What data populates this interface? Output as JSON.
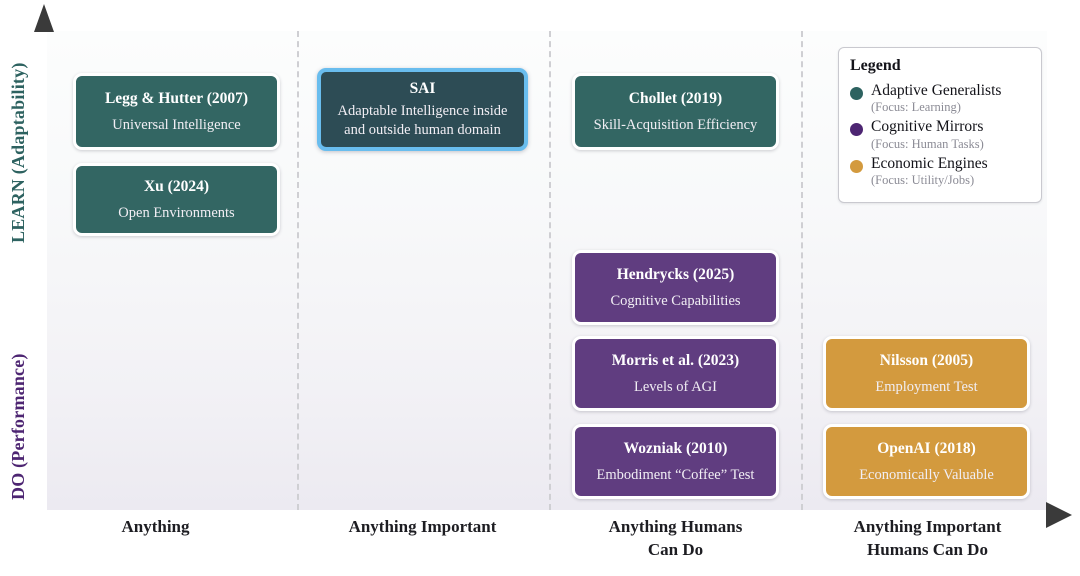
{
  "axes": {
    "y_upper_label": "LEARN (Adaptability)",
    "y_upper_color": "#2d6260",
    "y_lower_label": "DO (Performance)",
    "y_lower_color": "#4d2572",
    "x_ticks": [
      "Anything",
      "Anything Important",
      "Anything Humans\nCan Do",
      "Anything Important\nHumans Can Do"
    ],
    "x_tick_1": "Anything",
    "x_tick_2": "Anything Important",
    "x_tick_3_line1": "Anything Humans",
    "x_tick_3_line2": "Can Do",
    "x_tick_4_line1": "Anything Important",
    "x_tick_4_line2": "Humans Can Do"
  },
  "cards": [
    {
      "id": "legg-hutter",
      "title": "Legg & Hutter (2007)",
      "subtitle": "Universal Intelligence",
      "category": "Adaptive Generalists",
      "color": "#336663",
      "column": 1,
      "row": "learn"
    },
    {
      "id": "xu",
      "title": "Xu (2024)",
      "subtitle": "Open Environments",
      "category": "Adaptive Generalists",
      "color": "#336663",
      "column": 1,
      "row": "learn"
    },
    {
      "id": "sai",
      "title": "SAI",
      "subtitle_line1": "Adaptable Intelligence inside",
      "subtitle_line2": "and outside human domain",
      "category": "Highlighted",
      "color": "#2d4c55",
      "highlight_color": "#69bdee",
      "column": 2,
      "row": "learn"
    },
    {
      "id": "chollet",
      "title": "Chollet (2019)",
      "subtitle": "Skill-Acquisition Efficiency",
      "category": "Adaptive Generalists",
      "color": "#336663",
      "column": 3,
      "row": "learn"
    },
    {
      "id": "hendrycks",
      "title": "Hendrycks (2025)",
      "subtitle": "Cognitive Capabilities",
      "category": "Cognitive Mirrors",
      "color": "#603d80",
      "column": 3,
      "row": "do"
    },
    {
      "id": "morris",
      "title": "Morris et al. (2023)",
      "subtitle": "Levels of AGI",
      "category": "Cognitive Mirrors",
      "color": "#603d80",
      "column": 3,
      "row": "do"
    },
    {
      "id": "wozniak",
      "title": "Wozniak (2010)",
      "subtitle": "Embodiment “Coffee” Test",
      "category": "Cognitive Mirrors",
      "color": "#603d80",
      "column": 3,
      "row": "do"
    },
    {
      "id": "nilsson",
      "title": "Nilsson (2005)",
      "subtitle": "Employment Test",
      "category": "Economic Engines",
      "color": "#d39a3e",
      "column": 4,
      "row": "do"
    },
    {
      "id": "openai",
      "title": "OpenAI (2018)",
      "subtitle": "Economically Valuable",
      "category": "Economic Engines",
      "color": "#d39a3e",
      "column": 4,
      "row": "do"
    }
  ],
  "legend": {
    "title": "Legend",
    "items": [
      {
        "label": "Adaptive Generalists",
        "focus": "(Focus: Learning)",
        "color": "#2d6260"
      },
      {
        "label": "Cognitive Mirrors",
        "focus": "(Focus: Human Tasks)",
        "color": "#4d2572"
      },
      {
        "label": "Economic Engines",
        "focus": "(Focus: Utility/Jobs)",
        "color": "#d39a3e"
      }
    ]
  }
}
